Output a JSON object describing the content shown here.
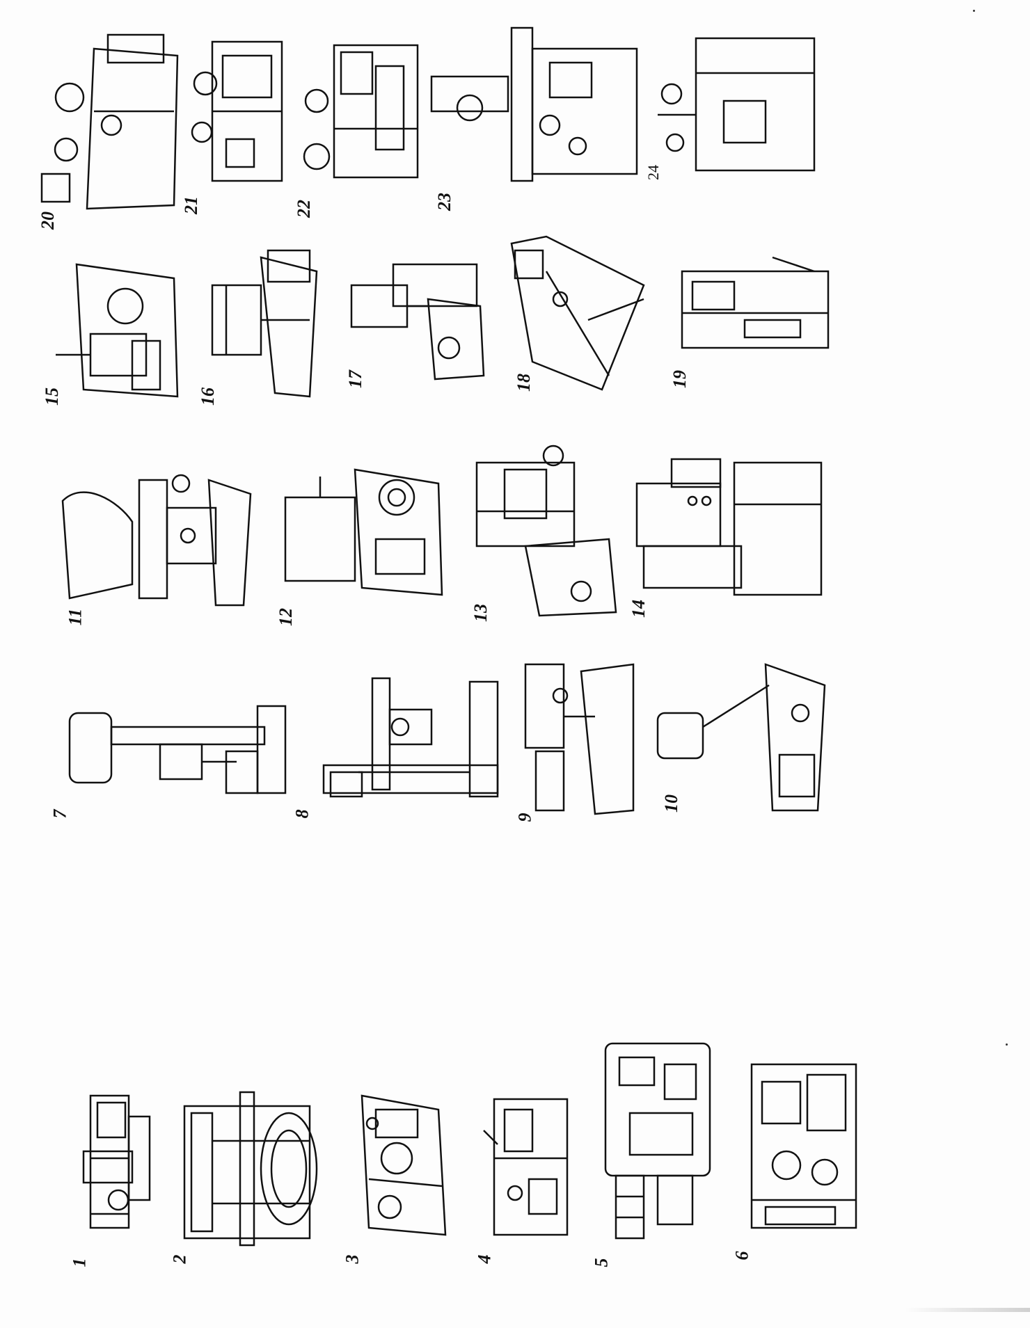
{
  "figures": [
    {
      "num": "1",
      "icon": "lathe-machine-icon"
    },
    {
      "num": "2",
      "icon": "vertical-boring-mill-icon"
    },
    {
      "num": "3",
      "icon": "turret-lathe-icon"
    },
    {
      "num": "4",
      "icon": "automatic-lathe-icon"
    },
    {
      "num": "5",
      "icon": "cnc-lathe-icon"
    },
    {
      "num": "6",
      "icon": "multi-spindle-machine-icon"
    },
    {
      "num": "7",
      "icon": "pillar-drill-icon"
    },
    {
      "num": "8",
      "icon": "radial-drill-icon"
    },
    {
      "num": "9",
      "icon": "horizontal-boring-machine-icon"
    },
    {
      "num": "10",
      "icon": "jig-boring-machine-icon"
    },
    {
      "num": "11",
      "icon": "milling-machine-icon"
    },
    {
      "num": "12",
      "icon": "universal-milling-machine-icon"
    },
    {
      "num": "13",
      "icon": "vertical-milling-machine-icon"
    },
    {
      "num": "14",
      "icon": "machining-center-icon"
    },
    {
      "num": "15",
      "icon": "gear-hobbing-machine-icon"
    },
    {
      "num": "16",
      "icon": "planing-machine-icon"
    },
    {
      "num": "17",
      "icon": "shaping-machine-icon"
    },
    {
      "num": "18",
      "icon": "broaching-machine-icon"
    },
    {
      "num": "19",
      "icon": "gear-shaping-machine-icon"
    },
    {
      "num": "20",
      "icon": "cylindrical-grinder-icon"
    },
    {
      "num": "21",
      "icon": "internal-grinder-icon"
    },
    {
      "num": "22",
      "icon": "surface-grinder-icon"
    },
    {
      "num": "23",
      "icon": "tool-grinder-icon"
    },
    {
      "num": "24",
      "icon": "gear-grinder-icon"
    }
  ]
}
